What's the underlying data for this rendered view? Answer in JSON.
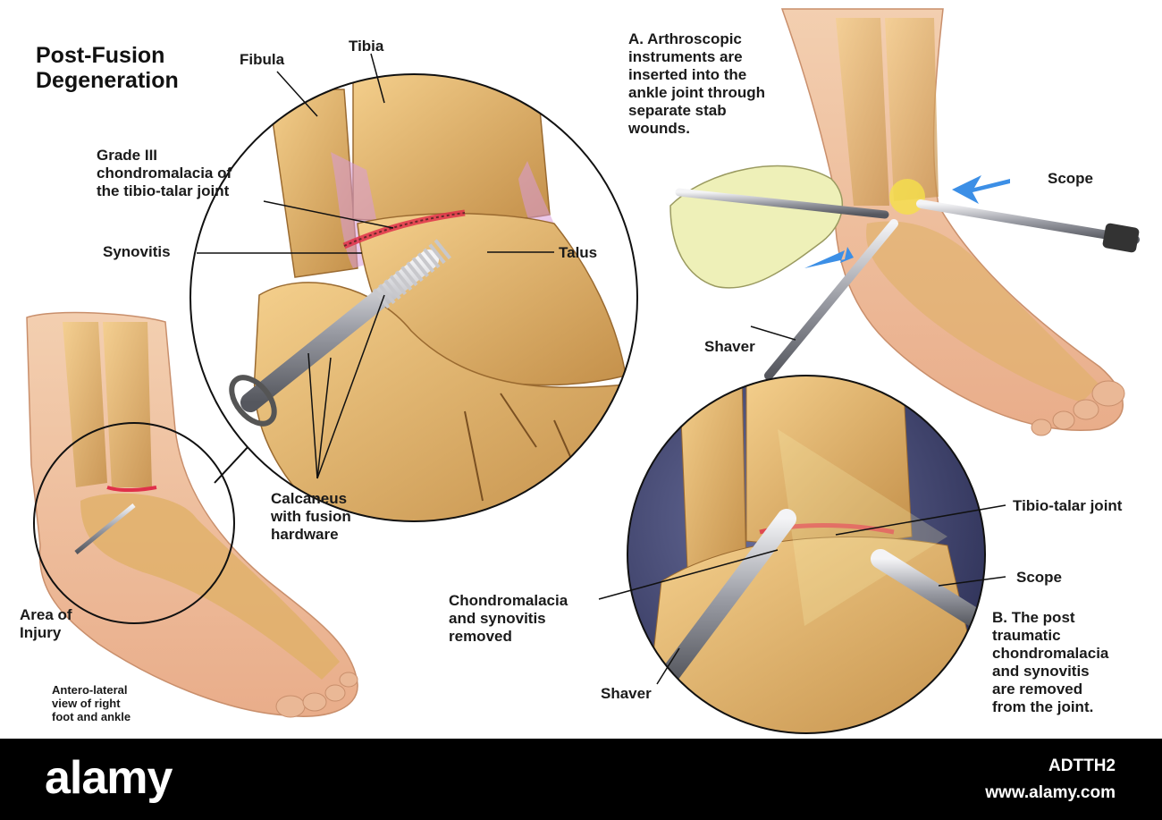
{
  "title": "Post-Fusion\nDegeneration",
  "labels": {
    "fibula": "Fibula",
    "tibia": "Tibia",
    "grade3": "Grade III\nchondromalacia of\nthe tibio-talar joint",
    "synovitis": "Synovitis",
    "talus": "Talus",
    "calcaneus": "Calcaneus\nwith fusion\nhardware",
    "area": "Area of\nInjury",
    "view": "Antero-lateral\nview of right\nfoot and ankle",
    "step_a": "A.  Arthroscopic\n      instruments are\n      inserted into the\n      ankle joint through\n      separate stab\n      wounds.",
    "scope_top": "Scope",
    "shaver_top": "Shaver",
    "tibio_talar": "Tibio-talar joint",
    "scope_bottom": "Scope",
    "chondro_removed": "Chondromalacia\nand synovitis\nremoved",
    "step_b": "B.  The post\n      traumatic\n      chondromalacia\n      and synovitis\n      are removed\n      from the joint.",
    "shaver_bottom": "Shaver"
  },
  "footer": {
    "brand": "alamy",
    "image_id": "ADTTH2",
    "url": "www.alamy.com"
  },
  "colors": {
    "bone": "#e3b46e",
    "bone_dark": "#b98743",
    "skin": "#efc3a0",
    "cartilage_damage": "#e0304a",
    "synovium": "#d99ad8",
    "glove": "#eef0b8",
    "arrow_blue": "#3c8fe6",
    "inset_bg": "#3a3f6e"
  }
}
